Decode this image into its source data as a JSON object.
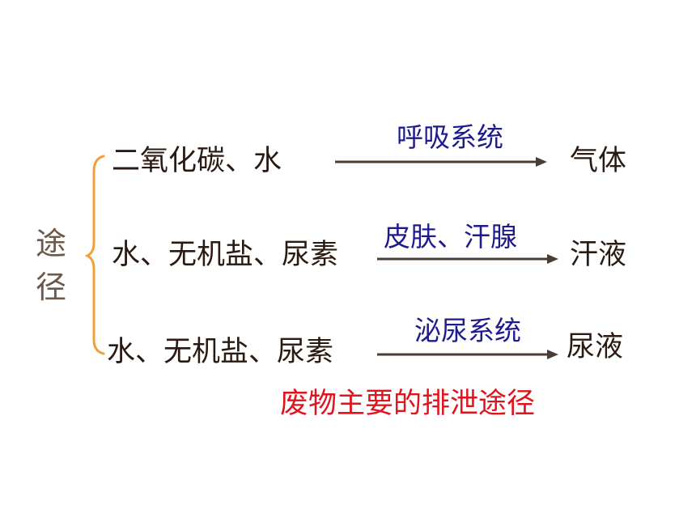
{
  "label": {
    "char1": "途",
    "char2": "径"
  },
  "rows": [
    {
      "substance": "二氧化碳、水",
      "organ": "呼吸系统",
      "product": "气体"
    },
    {
      "substance": "水、无机盐、尿素",
      "organ": "皮肤、汗腺",
      "product": "汗液"
    },
    {
      "substance": "水、无机盐、尿素",
      "organ": "泌尿系统",
      "product": "尿液"
    }
  ],
  "caption": "废物主要的排泄途径",
  "colors": {
    "text": "#2b1a12",
    "organ": "#1f1b8f",
    "caption": "#e0141e",
    "brace": "#f2a13a",
    "arrow": "#4a3d35"
  }
}
